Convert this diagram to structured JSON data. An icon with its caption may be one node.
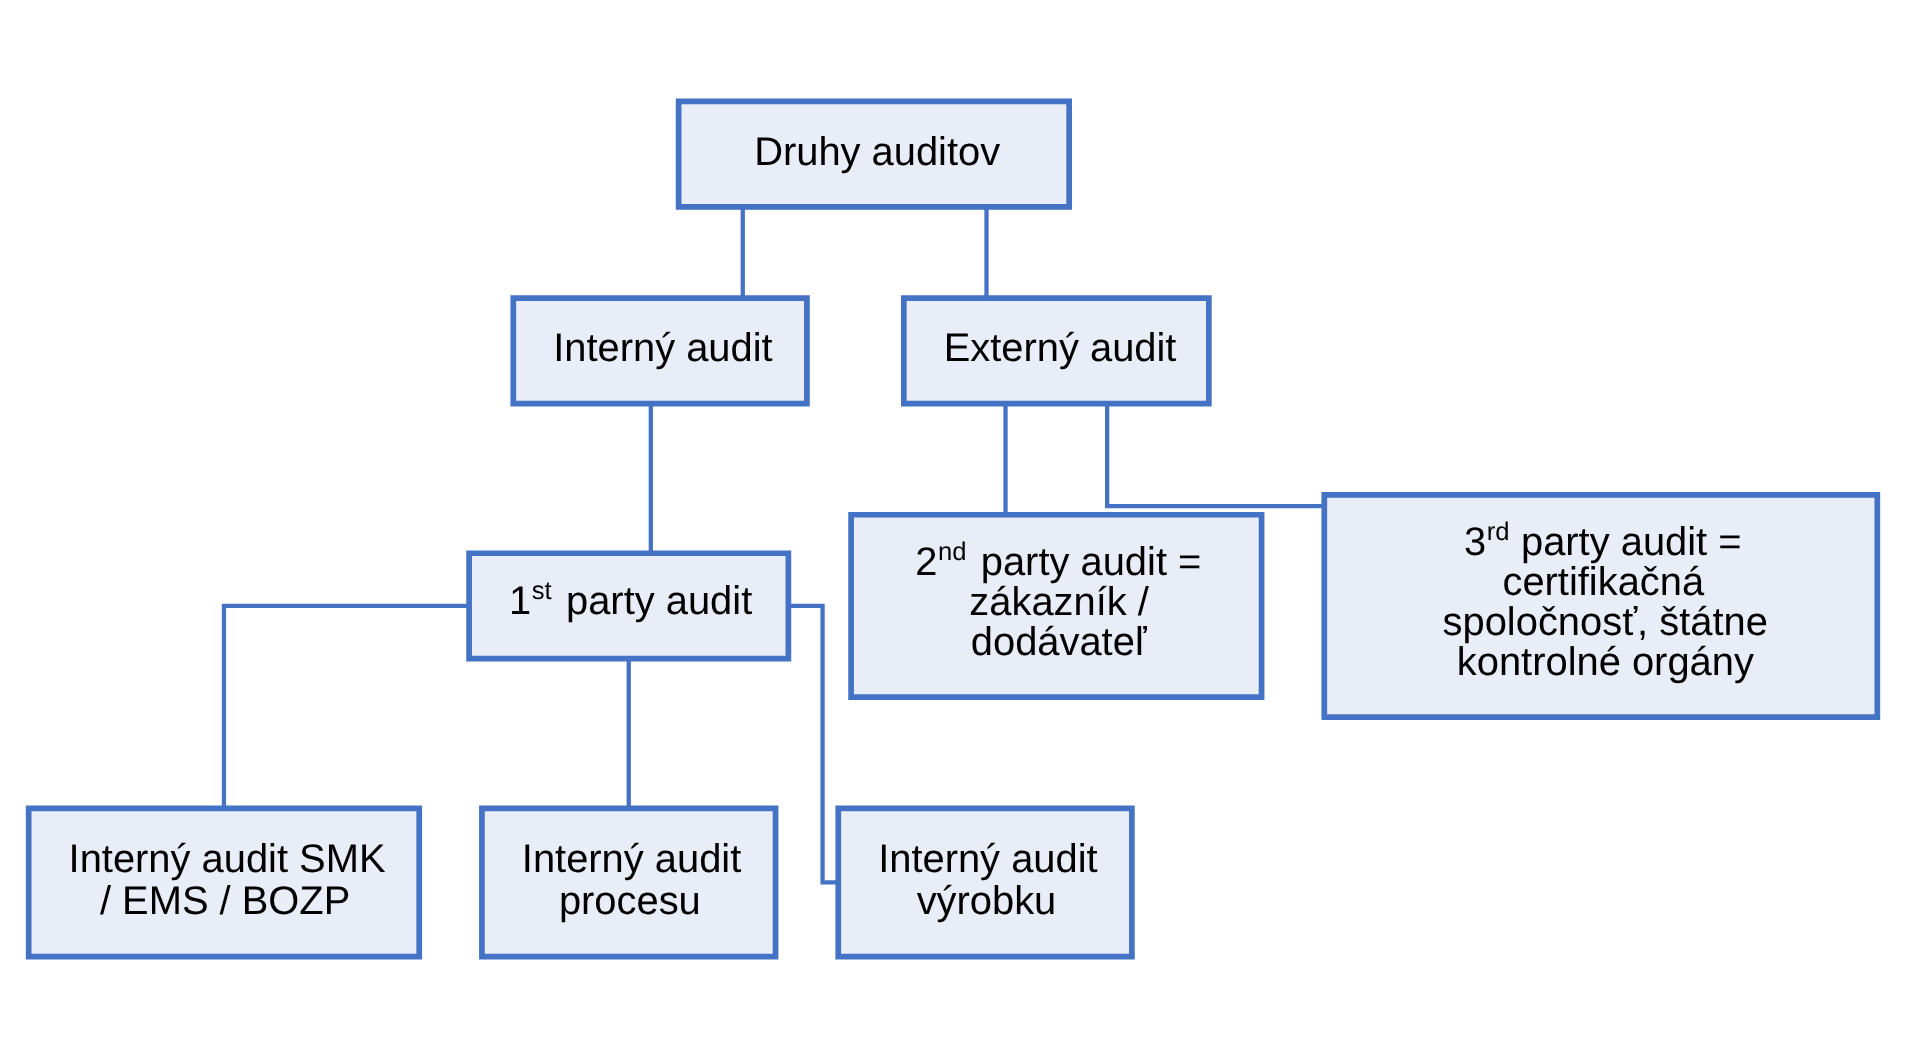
{
  "diagram": {
    "nodes": [
      {
        "text": [
          "Druhy auditov"
        ]
      },
      {
        "text": [
          "Interný audit"
        ]
      },
      {
        "text": [
          "Externý audit"
        ]
      },
      {
        "text": [
          "1$^{st}$ party audit"
        ]
      },
      {
        "text": [
          "2$^{nd}$ party audit = zákazník / dodávateľ"
        ]
      },
      {
        "text": [
          "3$^{rd}$ party audit = certifikačná spoločnosť, štátne kontrolné orgány"
        ]
      },
      {
        "text": [
          "Interný audit SMK / EMS / BOZP"
        ]
      },
      {
        "text": [
          "Interný audit procesu"
        ]
      },
      {
        "text": [
          "Interný audit výrobku"
        ]
      }
    ],
    "edges": [
      {
        "from": 0,
        "to": 1,
        "arrow": "none"
      },
      {
        "from": 0,
        "to": 2,
        "arrow": "none"
      },
      {
        "from": 1,
        "to": 3,
        "arrow": "none"
      },
      {
        "from": 2,
        "to": 4,
        "arrow": "none"
      },
      {
        "from": 2,
        "to": 5,
        "arrow": "none"
      },
      {
        "from": 3,
        "to": 6,
        "arrow": "none"
      },
      {
        "from": 3,
        "to": 7,
        "arrow": "none"
      },
      {
        "from": 3,
        "to": 8,
        "arrow": "none"
      }
    ]
  }
}
